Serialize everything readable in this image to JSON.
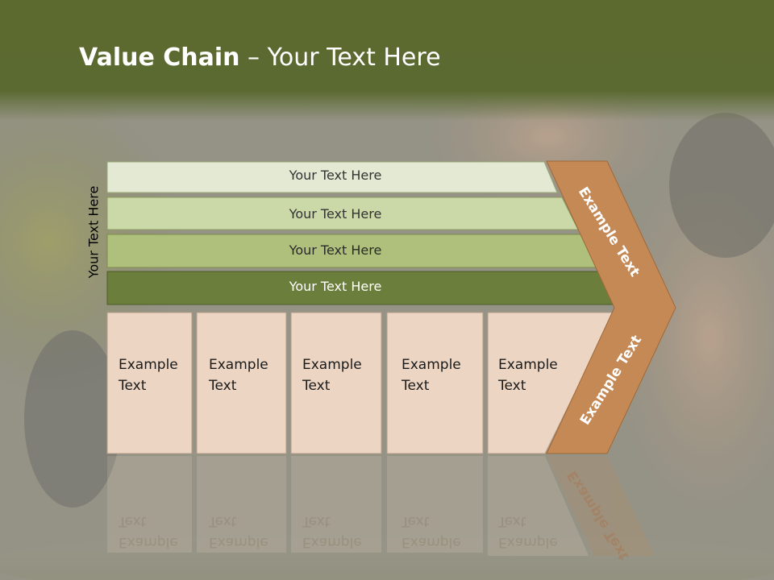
{
  "slide": {
    "title_bold": "Value Chain",
    "title_rest": " – Your Text Here",
    "side_label": "Your Text Here"
  },
  "rows": [
    {
      "label": "Your Text Here",
      "color": "#e3e9d2"
    },
    {
      "label": "Your Text Here",
      "color": "#cbd8a8"
    },
    {
      "label": "Your Text Here",
      "color": "#aec07c"
    },
    {
      "label": "Your Text Here",
      "color": "#6b7e3b"
    }
  ],
  "cells": [
    {
      "line1": "Example",
      "line2": "Text"
    },
    {
      "line1": "Example",
      "line2": "Text"
    },
    {
      "line1": "Example",
      "line2": "Text"
    },
    {
      "line1": "Example",
      "line2": "Text"
    },
    {
      "line1": "Example",
      "line2": "Text"
    }
  ],
  "chevron": {
    "upper_label": "Example Text",
    "lower_label": "Example Text",
    "color": "#c48955"
  },
  "colors": {
    "header_band": "#5b6b2f",
    "cell_fill": "#ecd6c3"
  }
}
